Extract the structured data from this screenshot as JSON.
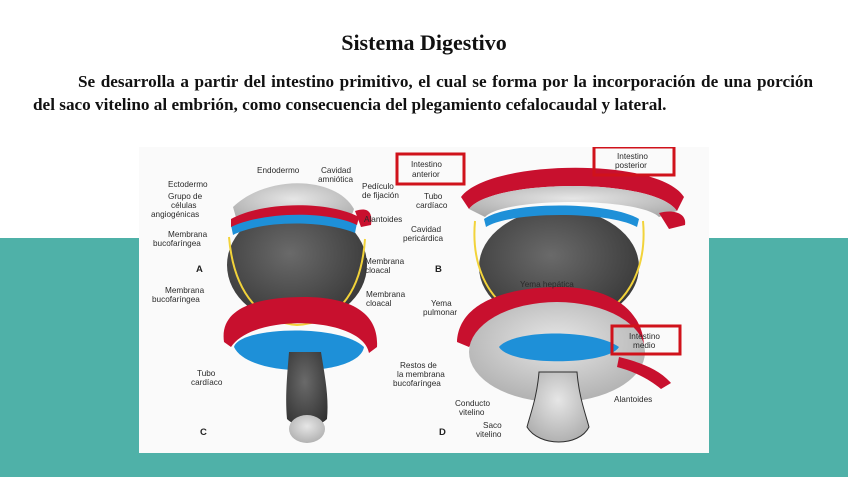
{
  "slide": {
    "title": "Sistema Digestivo",
    "paragraph": "Se desarrolla a partir del intestino primitivo, el cual se forma por la incorporación de una porción del saco vitelino al embrión, como consecuencia del plegamiento cefalocaudal y lateral."
  },
  "figure": {
    "panels": {
      "a": "A",
      "b": "B",
      "c": "C",
      "d": "D"
    },
    "labels_a": {
      "endodermo": "Endodermo",
      "cavidad_1": "Cavidad",
      "cavidad_2": "amniótica",
      "ectodermo": "Ectodermo",
      "grupo_1": "Grupo de",
      "grupo_2": "células",
      "grupo_3": "angiogénicas",
      "pediculo_1": "Pedículo",
      "pediculo_2": "de fijación",
      "alantoides": "Alantoides",
      "membrana_buco_1": "Membrana",
      "membrana_buco_2": "bucofaríngea",
      "membrana_cloacal_1": "Membrana",
      "membrana_cloacal_2": "cloacal"
    },
    "labels_b": {
      "intestino_anterior_1": "Intestino",
      "intestino_anterior_2": "anterior",
      "intestino_posterior_1": "Intestino",
      "intestino_posterior_2": "posterior",
      "tubo_1": "Tubo",
      "tubo_2": "cardíaco",
      "cavidad_peri_1": "Cavidad",
      "cavidad_peri_2": "pericárdica"
    },
    "labels_c": {
      "membrana_buco_1": "Membrana",
      "membrana_buco_2": "bucofaríngea",
      "membrana_cloacal_1": "Membrana",
      "membrana_cloacal_2": "cloacal",
      "tubo_1": "Tubo",
      "tubo_2": "cardíaco"
    },
    "labels_d": {
      "yema_hepatica": "Yema hepática",
      "yema_pulmonar_1": "Yema",
      "yema_pulmonar_2": "pulmonar",
      "intestino_medio_1": "Intestino",
      "intestino_medio_2": "medio",
      "restos_1": "Restos de",
      "restos_2": "la membrana",
      "restos_3": "bucofaríngea",
      "alantoides": "Alantoides",
      "conducto_1": "Conducto",
      "conducto_2": "vitelino",
      "saco_1": "Saco",
      "saco_2": "vitelino"
    }
  },
  "colors": {
    "teal": "#4fb1a8",
    "highlight_box": "#d0121b",
    "ectoderm_red": "#c8102e",
    "endoderm_blue": "#1e90d8",
    "mesoderm_yellow": "#f2d33a",
    "cavity_dark": "#3c3c3c"
  }
}
